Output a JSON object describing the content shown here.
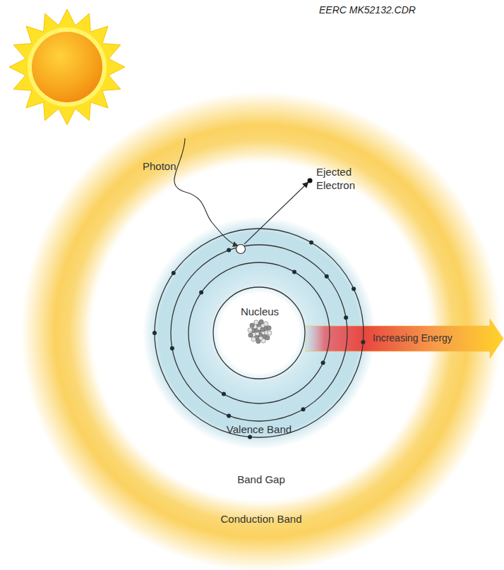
{
  "diagram": {
    "nodes": [
      {
        "text": [
          "Conduction Band"
        ]
      },
      {
        "text": [
          "Band Gap"
        ],
        "in": 0
      },
      {
        "text": [
          "Valence Band"
        ],
        "in": 1
      },
      {
        "text": [
          "Nucleus"
        ],
        "in": 2
      },
      {
        "text": [
          "Increasing Energy"
        ]
      }
    ],
    "labels": [
      "EERC MK52132.CDR",
      "Photon",
      "Ejected Electron"
    ]
  }
}
